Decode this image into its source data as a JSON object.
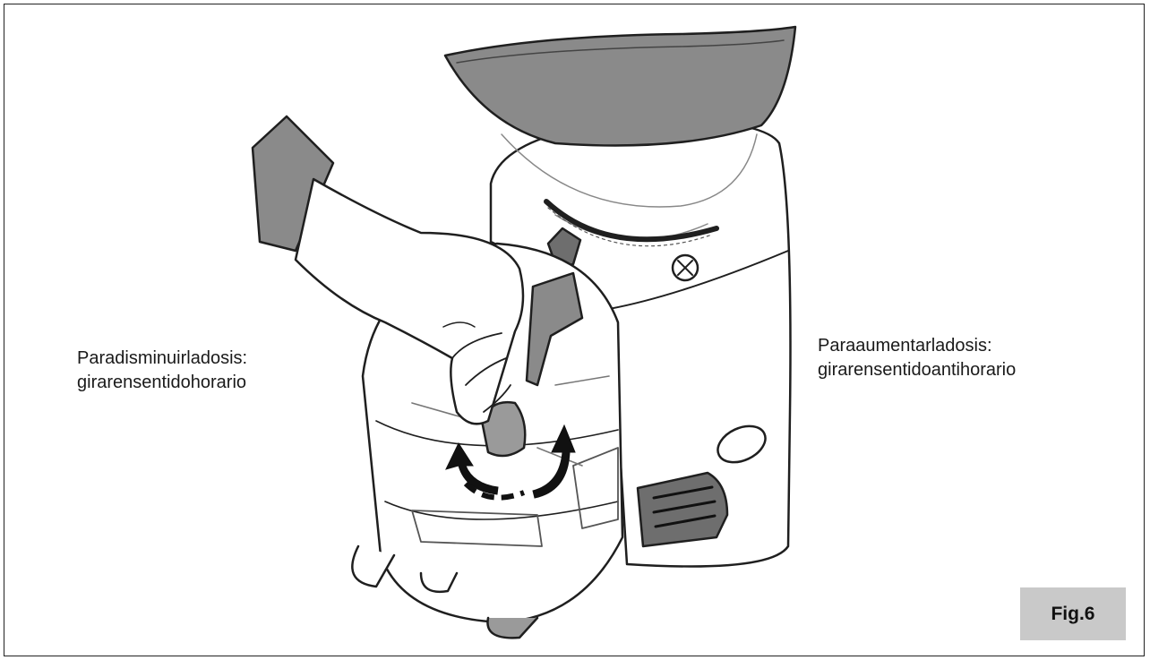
{
  "figure": {
    "label": "Fig.6",
    "decrease_caption": {
      "line1": "Paradisminuirladosis:",
      "line2": "girarensentidohorario"
    },
    "increase_caption": {
      "line1": "Paraaumentarladosis:",
      "line2": "girarensentidoantihorario"
    }
  },
  "colors": {
    "outline": "#1f1f1f",
    "hopper_lid": "#8a8a8a",
    "label_bg": "#c9c9c9",
    "arrow": "#111111"
  }
}
